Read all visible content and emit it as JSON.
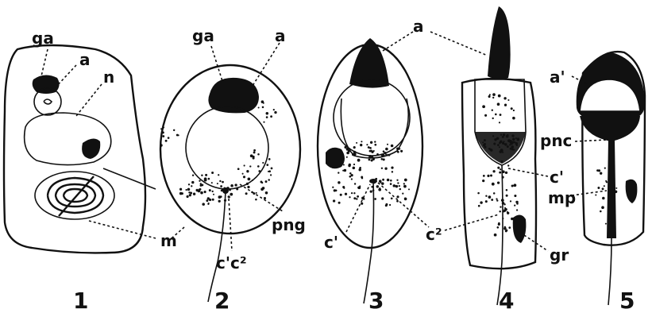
{
  "figure": {
    "stage_numbers": [
      "1",
      "2",
      "3",
      "4",
      "5"
    ],
    "labels": {
      "ga1": "ga",
      "a1": "a",
      "n1": "n",
      "m1": "m",
      "ga2": "ga",
      "a2": "a",
      "png2": "png",
      "c1c2_2": "c'c²",
      "a34": "a",
      "c1_3": "c'",
      "c2_3": "c²",
      "c1_4": "c'",
      "gr4": "gr",
      "a5": "a'",
      "pnc5": "pnc",
      "mp5": "mp"
    }
  }
}
